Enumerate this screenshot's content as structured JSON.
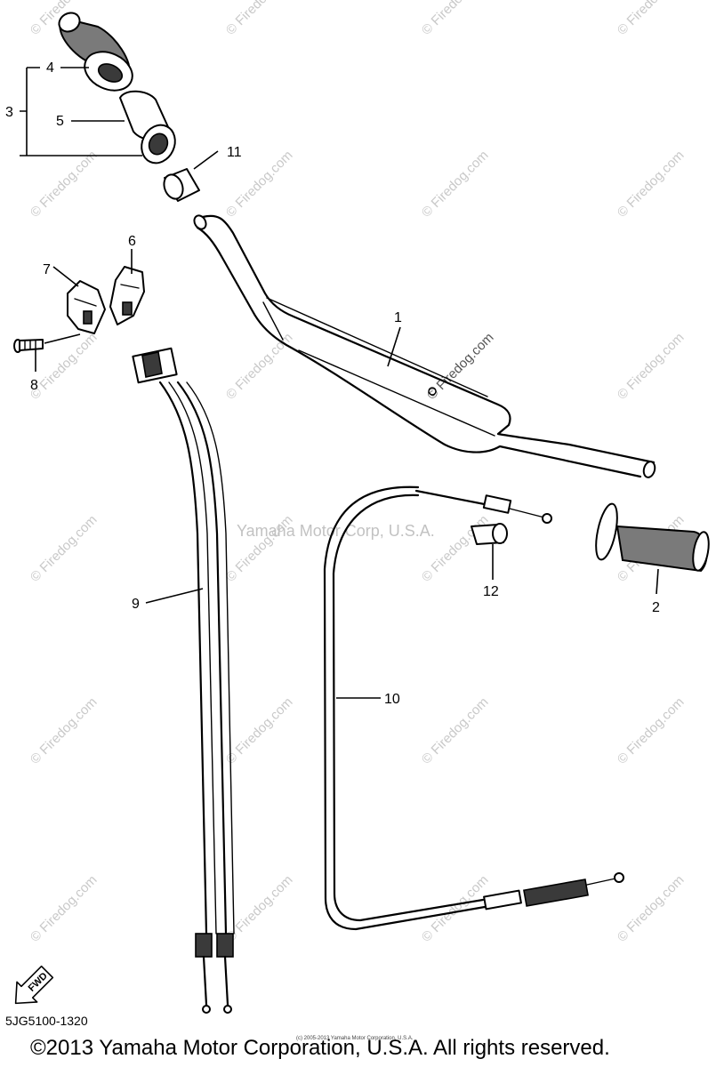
{
  "diagram_code": "5JG5100-1320",
  "copyright": "©2013 Yamaha Motor Corporation, U.S.A. All rights reserved.",
  "fineprint": "(c) 2005-2013 Yamaha Motor Corporation, U.S.A.",
  "center_watermark": "Yamaha Motor Corp, U.S.A.",
  "watermark": "© Firedog.com",
  "fwd_label": "FWD",
  "callouts": {
    "c1": "1",
    "c2": "2",
    "c3": "3",
    "c4": "4",
    "c5": "5",
    "c6": "6",
    "c7": "7",
    "c8": "8",
    "c9": "9",
    "c10": "10",
    "c11": "11",
    "c12": "12"
  }
}
